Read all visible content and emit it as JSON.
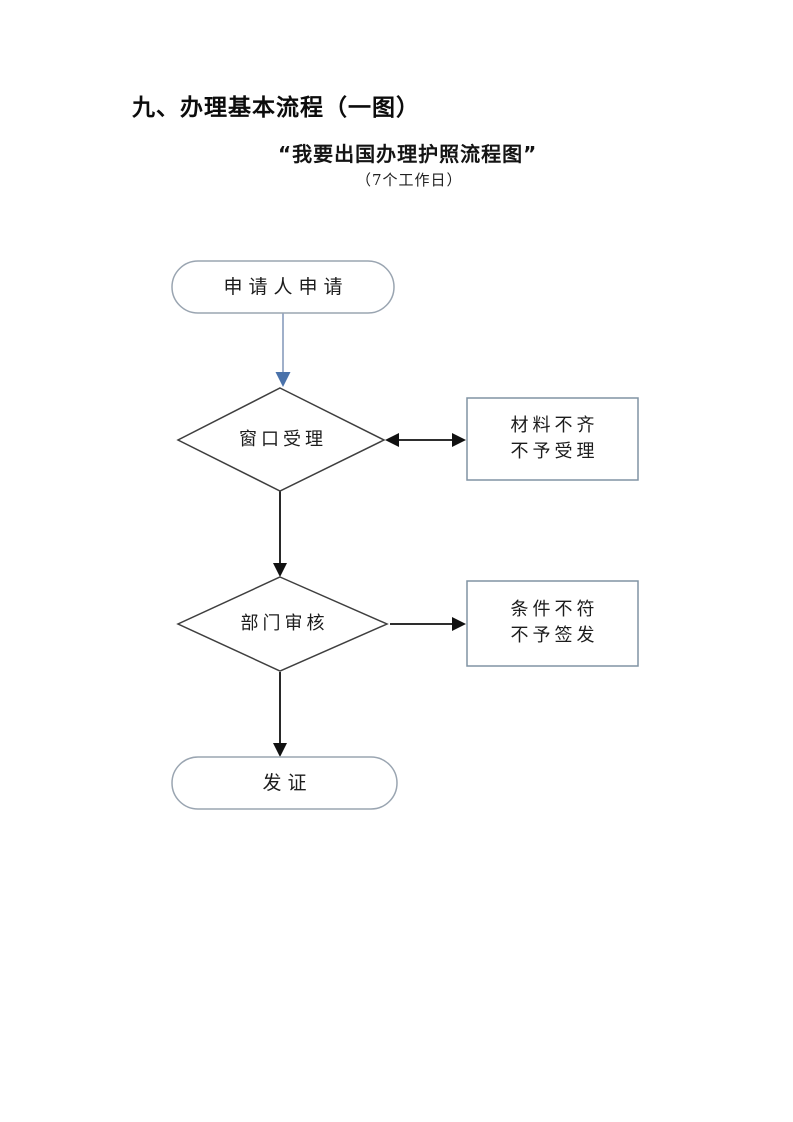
{
  "page": {
    "heading": "九、办理基本流程（一图）",
    "subtitle": "“我要出国办理护照流程图”",
    "note": "（7个工作日）"
  },
  "flowchart": {
    "nodes": {
      "start": {
        "type": "stadium",
        "label": "申请人申请"
      },
      "window_accept": {
        "type": "diamond",
        "label": "窗口受理"
      },
      "reject_accept": {
        "type": "rect",
        "line1": "材料不齐",
        "line2": "不予受理"
      },
      "dept_review": {
        "type": "diamond",
        "label": "部门审核"
      },
      "reject_issue": {
        "type": "rect",
        "line1": "条件不符",
        "line2": "不予签发"
      },
      "issue": {
        "type": "stadium",
        "label": "发证"
      }
    },
    "edges": [
      {
        "from": "start",
        "to": "window_accept",
        "style": "blue-arrow-down"
      },
      {
        "from": "window_accept",
        "to": "reject_accept",
        "style": "black-double-arrow"
      },
      {
        "from": "window_accept",
        "to": "dept_review",
        "style": "black-arrow-down"
      },
      {
        "from": "dept_review",
        "to": "reject_issue",
        "style": "black-arrow-right"
      },
      {
        "from": "dept_review",
        "to": "issue",
        "style": "black-arrow-down"
      }
    ],
    "colors": {
      "stadium_border": "#9aa5b1",
      "diamond_border": "#3f3f3f",
      "rect_border": "#8093a4",
      "arrow_black": "#111111",
      "arrow_blue_line": "#8096b8",
      "arrow_blue_head": "#4a72aa"
    }
  }
}
